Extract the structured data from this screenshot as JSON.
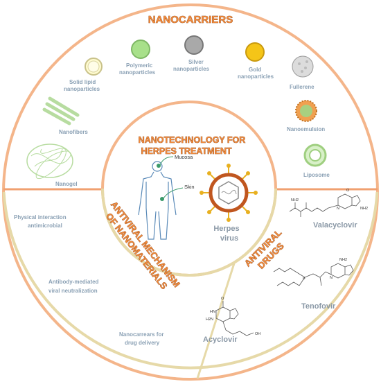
{
  "nanocarriers": {
    "title": "NANOCARRIERS",
    "items": {
      "solid_lipid": [
        "Solid lipid",
        "nanoparticles"
      ],
      "polymeric": [
        "Polymeric",
        "nanoparticles"
      ],
      "silver": [
        "Silver",
        "nanoparticles"
      ],
      "gold": [
        "Gold",
        "nanoparticles"
      ],
      "fullerene": "Fullerene",
      "nanofibers": "Nanofibers",
      "nanoemulsion": "Nanoemulsion",
      "nanogel": "Nanogel",
      "liposome": "Liposome"
    }
  },
  "center": {
    "title": [
      "NANOTECHNOLOGY FOR",
      "HERPES TREATMENT"
    ],
    "mucosa": "Mucosa",
    "skin": "Skin",
    "virus": [
      "Herpes",
      "virus"
    ]
  },
  "antiviral_mechanism": {
    "title": [
      "ANTIVIRAL MECHANISM",
      "OF NANOMATERIALS"
    ],
    "items": {
      "physical": [
        "Physical interaction",
        "antimicrobial"
      ],
      "antibody": [
        "Antibody-mediated",
        "viral neutralization"
      ],
      "nanocarriers": [
        "Nanocarrears for",
        "drug delivery"
      ]
    }
  },
  "antiviral_drugs": {
    "title": [
      "ANTIVIRAL",
      "DRUGS"
    ],
    "items": {
      "valacyclovir": "Valacyclovir",
      "tenofovir": "Tenofovir",
      "acyclovir": "Acyclovir"
    }
  },
  "chem_labels": {
    "nh2": "NH2",
    "h2n": "H2N",
    "oh": "OH",
    "o": "O",
    "n": "N",
    "p": "P",
    "hn": "HN"
  },
  "colors": {
    "nanocarriers_ring": "#f4b58a",
    "lower_ring": "#e6d9a8",
    "divider": "#f0a070",
    "title_orange": "#f08a3c",
    "polymeric": "#a8e08a",
    "silver": "#a9a9a9",
    "gold": "#f5c518",
    "solid_lipid": "#fffbd0",
    "virus_capsid": "#c0561f",
    "virus_spikes": "#e8b020"
  }
}
